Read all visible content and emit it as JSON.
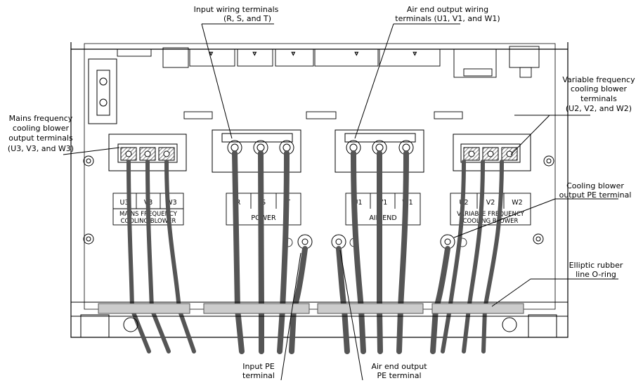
{
  "callouts": {
    "input_wiring": [
      "Input wiring terminals",
      "(R, S, and T)"
    ],
    "air_end_output": [
      "Air end output wiring",
      "terminals (U1, V1, and W1)"
    ],
    "variable_freq": [
      "Variable frequency",
      "cooling blower",
      "terminals",
      "(U2, V2, and W2)"
    ],
    "mains_freq": [
      "Mains frequency",
      "cooling blower",
      "output terminals",
      "(U3, V3, and W3)"
    ],
    "cooling_pe": [
      "Cooling blower",
      "output PE terminal"
    ],
    "o_ring": [
      "Elliptic rubber",
      "line O-ring"
    ],
    "input_pe": [
      "Input PE",
      "terminal"
    ],
    "air_end_pe": [
      "Air end output",
      "PE terminal"
    ]
  },
  "labels": {
    "mains": {
      "terminals": [
        "U3",
        "V3",
        "W3"
      ],
      "line1": "MAINS FREQUENCY",
      "line2": "COOLING BLOWER"
    },
    "power": {
      "terminals": [
        "R",
        "S",
        "T"
      ],
      "line1": "POWER"
    },
    "air_end": {
      "terminals": [
        "U1",
        "V1",
        "W1"
      ],
      "line1": "AIR END"
    },
    "variable": {
      "terminals": [
        "U2",
        "V2",
        "W2"
      ],
      "line1": "VARIABLE FREQUENCY",
      "line2": "COOLING BLOWER"
    }
  }
}
